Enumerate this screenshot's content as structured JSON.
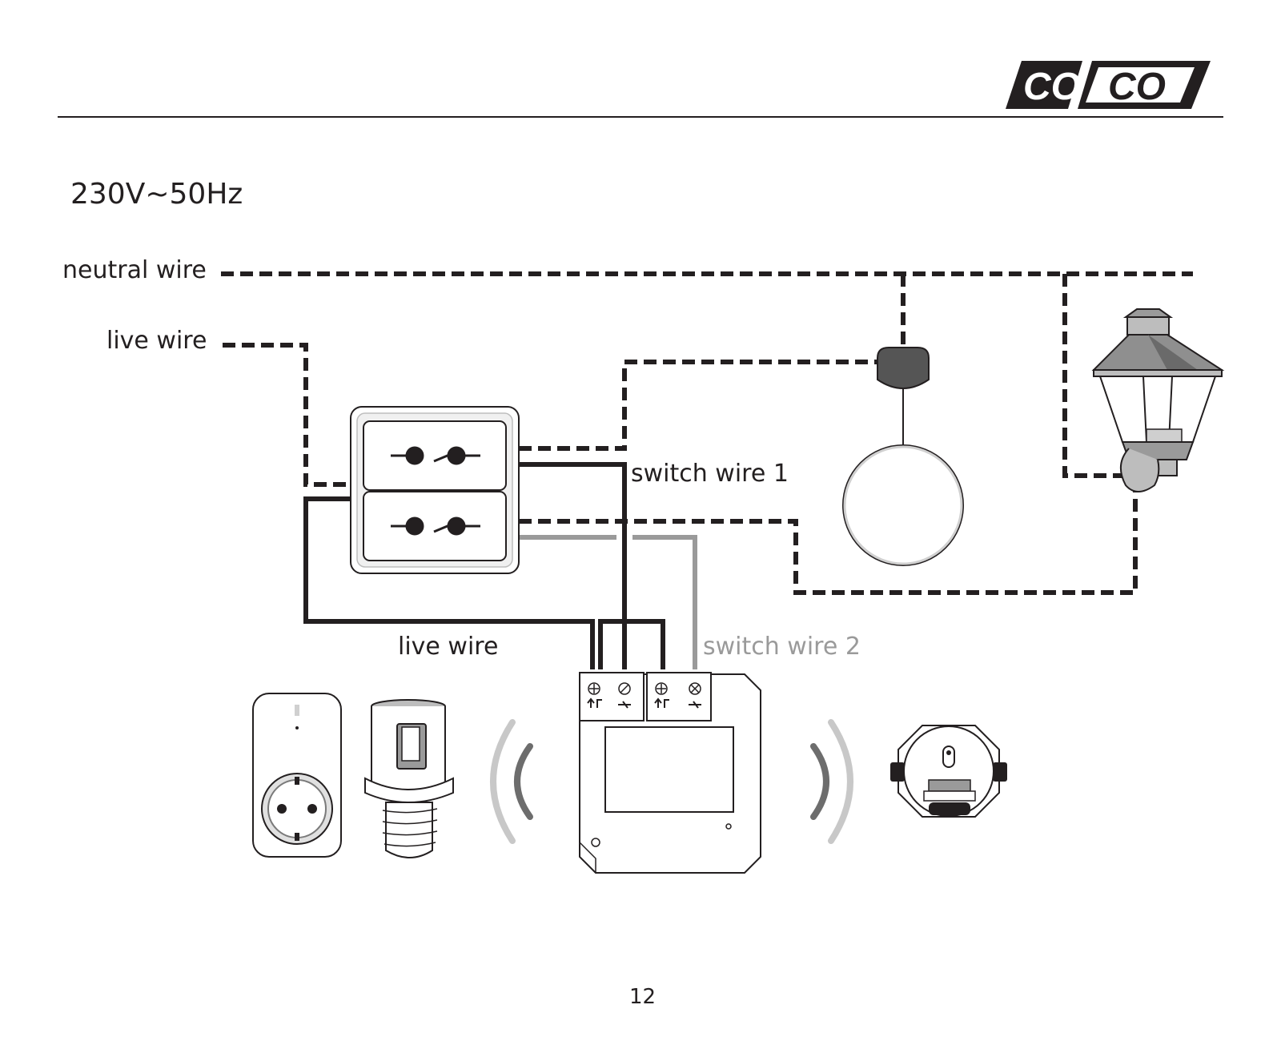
{
  "header": {
    "logo_text": "CO/CO"
  },
  "voltage": "230V~50Hz",
  "labels": {
    "neutral_wire": "neutral wire",
    "live_wire": "live wire",
    "switch_wire_1": "switch wire 1",
    "live_wire_bottom": "live wire",
    "switch_wire_2": "switch wire 2"
  },
  "page_number": "12",
  "colors": {
    "wire_black": "#231f20",
    "wire_grey": "#9a9a9a",
    "signal_dark": "#6d6d6d",
    "signal_light": "#c8c8c8"
  },
  "devices": [
    "double-wall-switch-icon",
    "pendant-lamp-icon",
    "wall-lantern-icon",
    "plug-in-switch-icon",
    "lamp-socket-adapter-icon",
    "receiver-module-icon",
    "builtin-transmitter-icon"
  ]
}
